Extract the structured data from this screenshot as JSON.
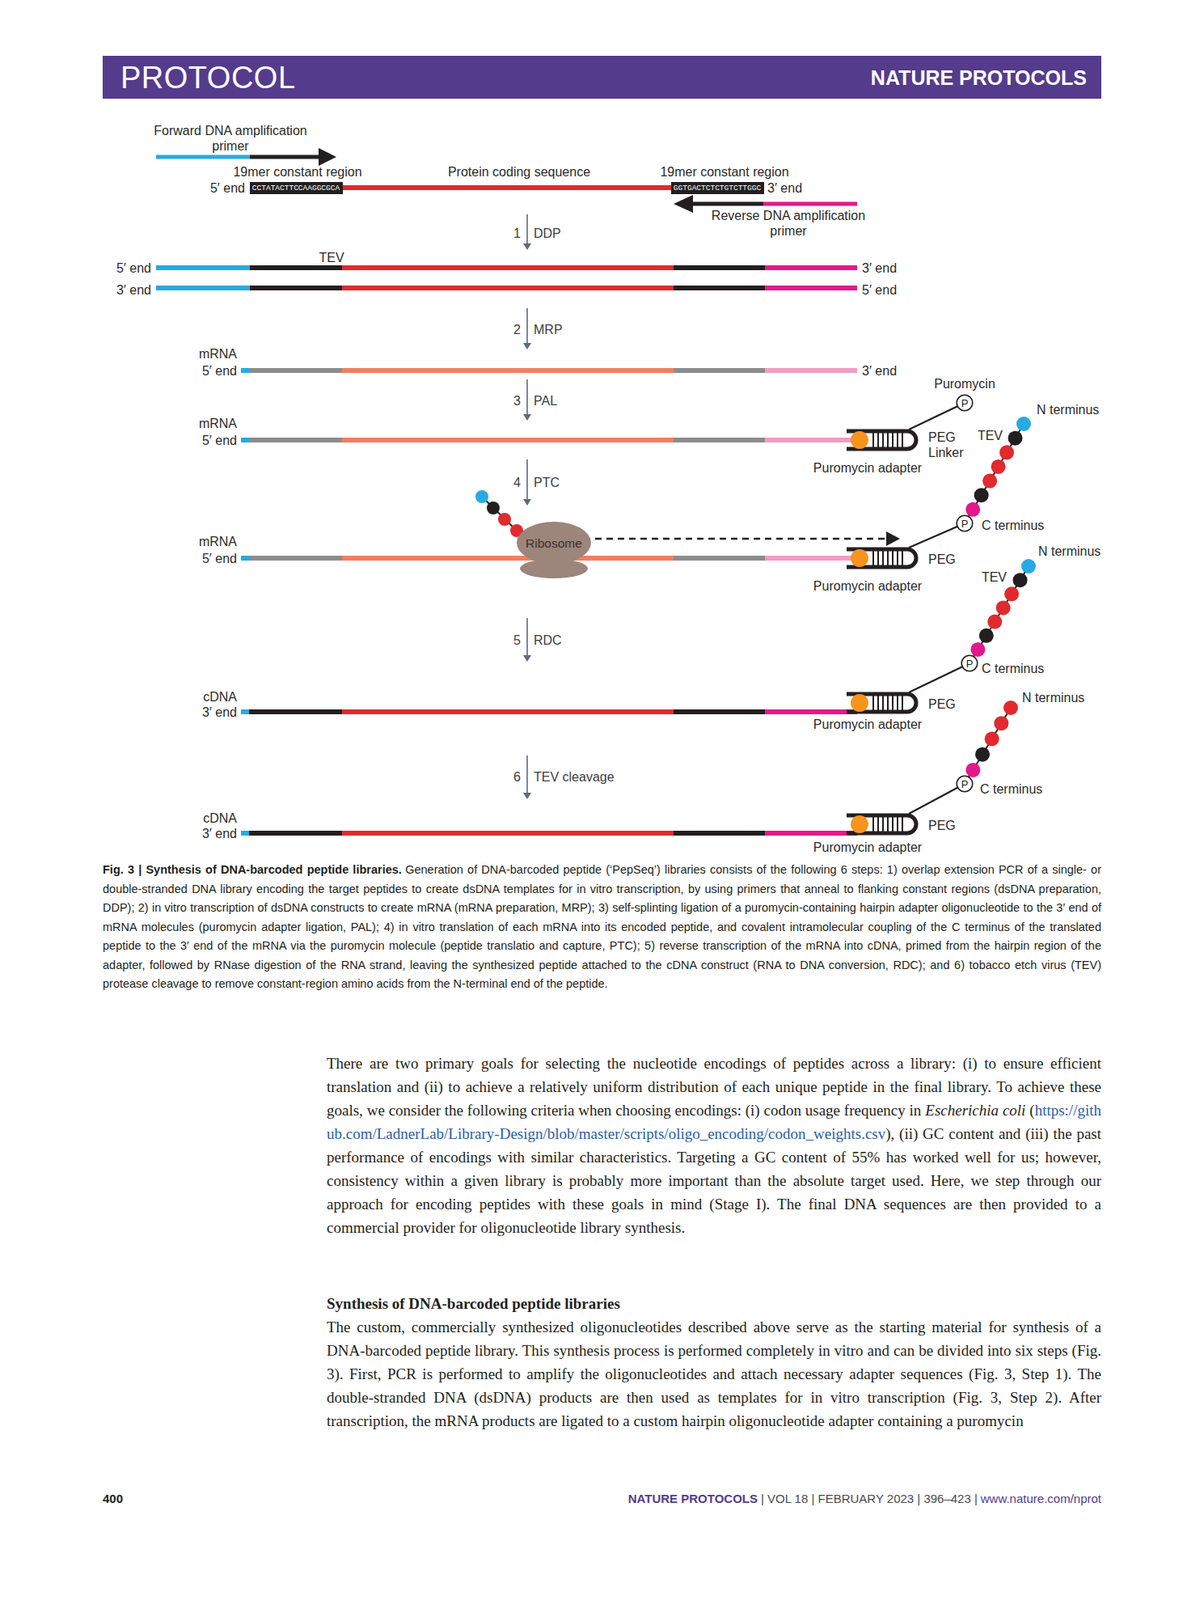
{
  "diagram": {
    "title": "Fig. 3 | Synthesis of DNA-barcoded peptide libraries.",
    "caption": "Generation of DNA-barcoded peptide (‘PepSeq’) libraries consists of the following 6 steps: 1) overlap extension PCR of a single- or double-stranded DNA library encoding the target peptides to create dsDNA templates for in vitro transcription, by using primers that anneal to flanking constant regions (dsDNA preparation, DDP); 2) in vitro transcription of dsDNA constructs to create mRNA (mRNA preparation, MRP); 3) self-splinting ligation of a puromycin-containing hairpin adapter oligonucleotide to the 3′ end of mRNA molecules (puromycin adapter ligation, PAL); 4) in vitro translation of each mRNA into its encoded peptide, and covalent intramolecular coupling of the C terminus of the translated peptide to the 3′ end of the mRNA via the puromycin molecule (peptide translatio and capture, PTC); 5) reverse transcription of the mRNA into cDNA, primed from the hairpin region of the adapter, followed by RNase digestion of the RNA strand, leaving the synthesized peptide attached to the cDNA construct (RNA to DNA conversion, RDC); and 6) tobacco etch virus (TEV) protease cleavage to remove constant-region amino acids from the N-terminal end of the peptide.",
    "nodes": [
      {
        "text": [
          "PROTOCOL",
          "NATURE PROTOCOLS"
        ]
      },
      {
        "text": [
          "CCTATACTTCCAAGGCGCA"
        ]
      },
      {
        "text": [
          "GGTGACTCTCTGTCTTGGC"
        ]
      },
      {
        "text": [
          "P"
        ]
      },
      {
        "text": [
          "P"
        ]
      },
      {
        "text": [
          "Ribosome"
        ]
      },
      {
        "text": [
          "P"
        ]
      },
      {
        "text": [
          "P"
        ]
      }
    ],
    "labels": [
      "Forward DNA amplification primer",
      "19mer constant region",
      "Protein coding sequence",
      "19mer constant region",
      "5′ end",
      "3′ end",
      "Reverse DNA amplification primer",
      "1",
      "DDP",
      "TEV",
      "5′ end",
      "3′ end",
      "3′ end",
      "5′ end",
      "2",
      "MRP",
      "mRNA",
      "5′ end",
      "3′ end",
      "3",
      "PAL",
      "Puromycin",
      "N terminus",
      "mRNA",
      "PEG Linker",
      "TEV",
      "5′ end",
      "Puromycin adapter",
      "4",
      "PTC",
      "C terminus",
      "mRNA",
      "PEG",
      "N terminus",
      "5′ end",
      "TEV",
      "Puromycin adapter",
      "5",
      "RDC",
      "C terminus",
      "PEG",
      "cDNA",
      "N terminus",
      "3′ end",
      "Puromycin adapter",
      "6",
      "TEV cleavage",
      "C terminus",
      "PEG",
      "cDNA",
      "3′ end",
      "Puromycin adapter",
      "There are two primary goals for selecting the nucleotide encodings of peptides across a library: (i) to ensure efficient translation and (ii) to achieve a relatively uniform distribution of each unique peptide in the final library. To achieve these goals, we consider the following criteria when choosing encodings: (i) codon usage frequency in",
      "Escherichia coli",
      "(",
      "https://github.com/LadnerLab/Library-Design/blob/master/scripts/oligo_encoding/codon_weights.csv",
      "), (ii) GC content and (iii) the past performance of encodings with similar characteristics. Targeting a GC content of 55% has worked well for us; however, consistency within a given library is probably more important than the absolute target used. Here, we step through our approach for encoding peptides with these goals in mind (Stage I). The final DNA sequences are then provided to a commercial provider for oligonucleotide library synthesis.",
      "Synthesis of DNA-barcoded peptide libraries",
      "The custom, commercially synthesized oligonucleotides described above serve as the starting material for synthesis of a DNA-barcoded peptide library. This synthesis process is performed completely in vitro and can be divided into six steps (Fig. 3). First, PCR is performed to amplify the oligonucleotides and attach necessary adapter sequences (Fig. 3, Step 1). The double-stranded DNA (dsDNA) products are then used as templates for in vitro transcription (Fig. 3, Step 2). After transcription, the mRNA products are ligated to a custom hairpin oligonucleotide adapter containing a puromycin",
      "400",
      "NATURE PROTOCOLS",
      "| VOL 18 | FEBRUARY 2023 | 396–423 |",
      "www.nature.com/nprot"
    ]
  }
}
